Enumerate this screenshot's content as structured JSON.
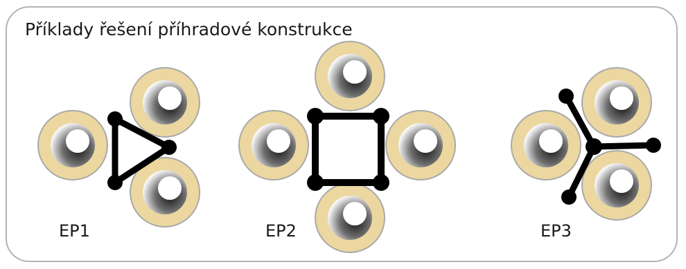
{
  "title": "Příklady řešení příhradové konstrukce",
  "examples": [
    {
      "label": "EP1",
      "truss_shape": "triangle",
      "tube_count": 3
    },
    {
      "label": "EP2",
      "truss_shape": "square",
      "tube_count": 4
    },
    {
      "label": "EP3",
      "truss_shape": "three-arm star",
      "tube_count": 3
    }
  ],
  "colors": {
    "frame_border": "#b3b3b3",
    "tube_ring": "#ecd7a0",
    "tube_outline": "#a9a9a9",
    "tube_shadow_dark": "#222222",
    "tube_hole": "#ffffff",
    "truss": "#000000",
    "text": "#1a1a1a"
  }
}
